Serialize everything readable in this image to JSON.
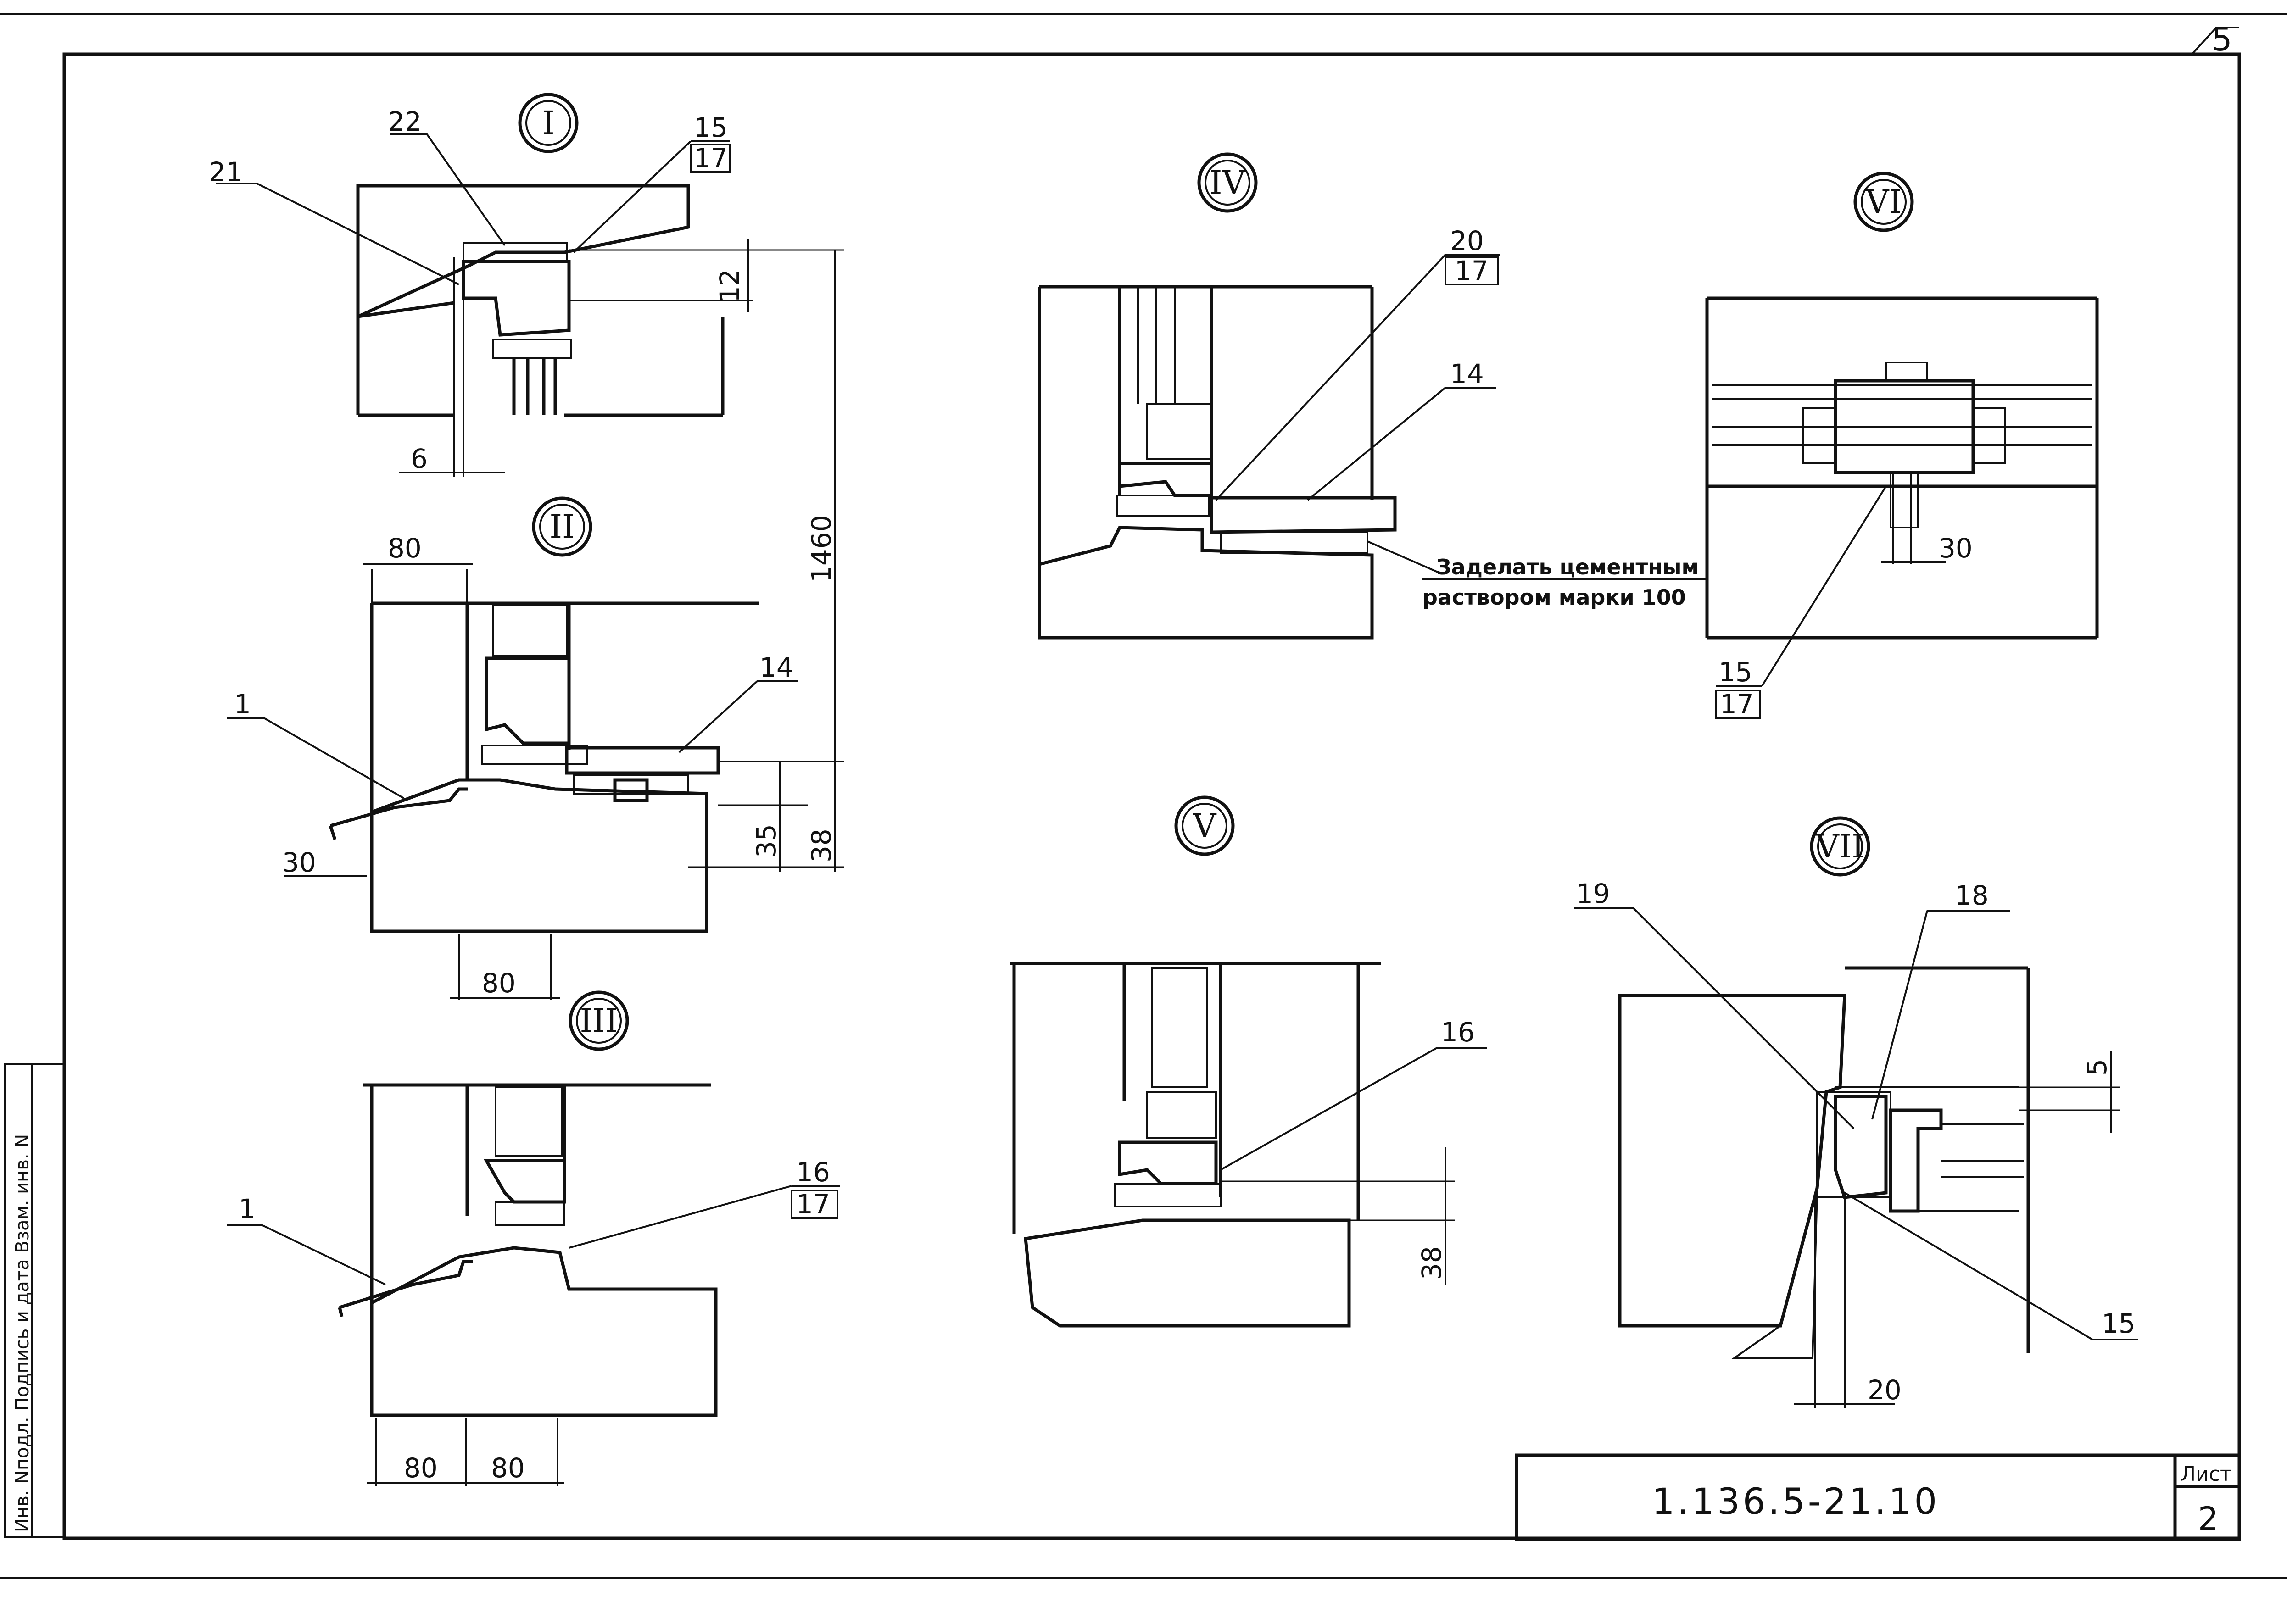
{
  "sheet": {
    "page_number": "5",
    "designation": "1.136.5-21.10",
    "sheet_header": "Лист",
    "sheet_no": "2",
    "left_stamp": "Инв. Nподл. Подпись и дата Взам. инв. N"
  },
  "details": [
    {
      "id": "I",
      "roman": "I",
      "callouts": [
        "21",
        "22",
        "15",
        "17"
      ],
      "dims": [
        "12",
        "6"
      ]
    },
    {
      "id": "II",
      "roman": "II",
      "callouts": [
        "1",
        "14"
      ],
      "dims": [
        "80",
        "30",
        "80",
        "35",
        "38",
        "1460"
      ]
    },
    {
      "id": "III",
      "roman": "III",
      "callouts": [
        "1",
        "16",
        "17"
      ],
      "dims": [
        "80",
        "80"
      ]
    },
    {
      "id": "IV",
      "roman": "IV",
      "callouts": [
        "20",
        "17",
        "14"
      ],
      "note": [
        "Заделать цементным",
        "раствором марки 100"
      ]
    },
    {
      "id": "V",
      "roman": "V",
      "callouts": [
        "16"
      ],
      "dims": [
        "38"
      ]
    },
    {
      "id": "VI",
      "roman": "VI",
      "callouts": [
        "15",
        "17"
      ],
      "dims": [
        "30"
      ]
    },
    {
      "id": "VII",
      "roman": "VII",
      "callouts": [
        "19",
        "18",
        "15"
      ],
      "dims": [
        "5",
        "20"
      ]
    }
  ]
}
